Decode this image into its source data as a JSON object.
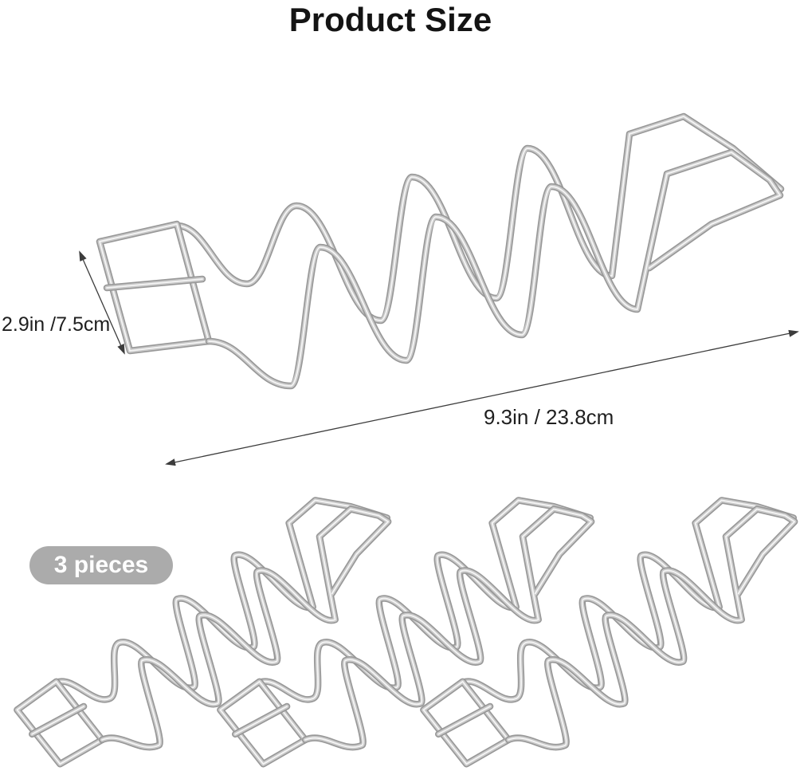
{
  "title": "Product Size",
  "dimensions": {
    "height": "2.9in /7.5cm",
    "length": "9.3in / 23.8cm"
  },
  "badge": {
    "label": "3 pieces"
  },
  "product": {
    "item": "wire-taco-holder-rack",
    "piece_count": 3
  },
  "colors": {
    "background": "#ffffff",
    "title_text": "#141414",
    "label_text": "#1f1f1f",
    "dimension_line": "#3c3c3c",
    "badge_bg": "#ababab",
    "badge_text": "#ffffff",
    "wire_base": "#989898",
    "wire_mid": "#cacaca",
    "wire_highlight": "#f5f5f5"
  }
}
